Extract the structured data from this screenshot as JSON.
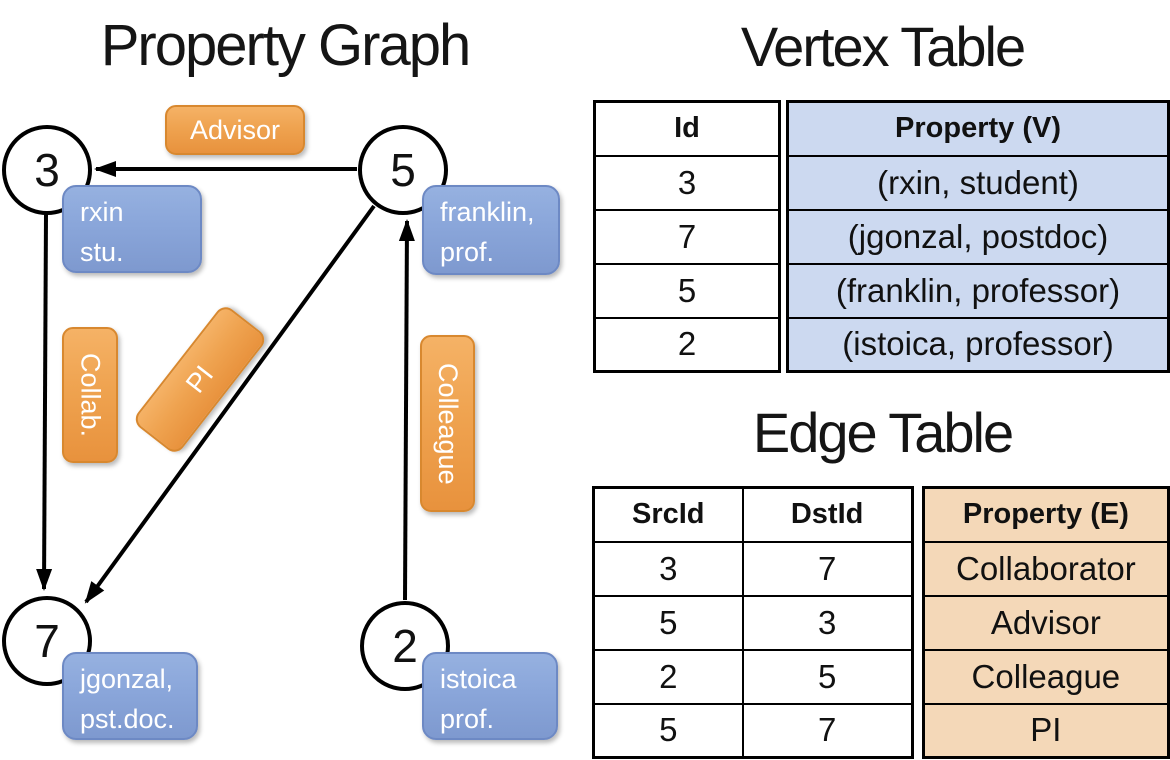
{
  "graph": {
    "title": "Property Graph",
    "nodes": [
      {
        "id": "3",
        "label_line1": "rxin",
        "label_line2": "stu."
      },
      {
        "id": "5",
        "label_line1": "franklin,",
        "label_line2": "prof."
      },
      {
        "id": "7",
        "label_line1": "jgonzal,",
        "label_line2": "pst.doc."
      },
      {
        "id": "2",
        "label_line1": "istoica",
        "label_line2": "prof."
      }
    ],
    "edge_labels": {
      "advisor": "Advisor",
      "collab": "Collab.",
      "pi": "PI",
      "colleague": "Colleague"
    }
  },
  "vertex_table": {
    "title": "Vertex Table",
    "columns": [
      "Id",
      "Property (V)"
    ],
    "rows": [
      [
        "3",
        "(rxin, student)"
      ],
      [
        "7",
        "(jgonzal, postdoc)"
      ],
      [
        "5",
        "(franklin, professor)"
      ],
      [
        "2",
        "(istoica, professor)"
      ]
    ]
  },
  "edge_table": {
    "title": "Edge Table",
    "columns": [
      "SrcId",
      "DstId",
      "Property (E)"
    ],
    "rows": [
      [
        "3",
        "7",
        "Collaborator"
      ],
      [
        "5",
        "3",
        "Advisor"
      ],
      [
        "2",
        "5",
        "Colleague"
      ],
      [
        "5",
        "7",
        "PI"
      ]
    ]
  },
  "colors": {
    "edge_label_orange": "#EFA350",
    "vertex_label_blue": "#8AA6DA",
    "vertex_property_cell_bg": "#CCD9F0",
    "edge_property_cell_bg": "#F4D8B8",
    "graph_line": "#000000"
  }
}
